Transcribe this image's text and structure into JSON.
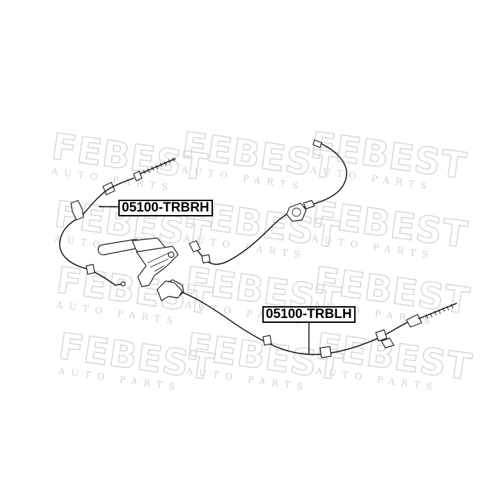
{
  "watermark": {
    "brand": "FEBEST",
    "tagline": "AUTO PARTS"
  },
  "parts": [
    {
      "part_number": "05100-TRBRH"
    },
    {
      "part_number": "05100-TRBLH"
    }
  ]
}
